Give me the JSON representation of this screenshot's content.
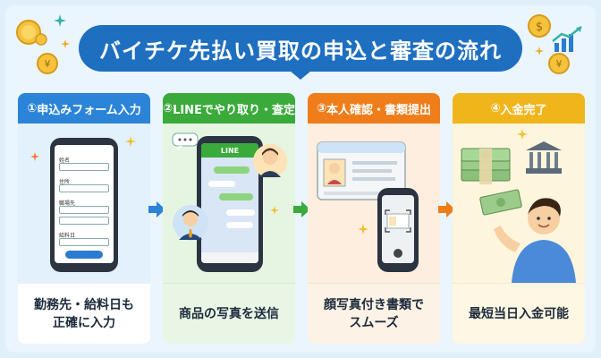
{
  "title": "バイチケ先払い買取の申込と審査の流れ",
  "steps": [
    {
      "number": "①",
      "heading": "申込みフォーム入力",
      "caption_lines": [
        "勤務先・給料日も",
        "正確に入力"
      ],
      "form_fields": [
        "姓名",
        "住所",
        "職場先",
        "給料日"
      ],
      "accent": "#2b84d8",
      "body_bg": "#e3f1fd",
      "foot_bg": "#ffffff"
    },
    {
      "number": "②",
      "heading": "LINEでやり取り・査定",
      "caption_lines": [
        "商品の写真を送信"
      ],
      "chat_app": "LINE",
      "accent": "#3aaa3a",
      "body_bg": "#e6f5e2",
      "foot_bg": "#e9f6e6"
    },
    {
      "number": "③",
      "heading": "本人確認・書類提出",
      "caption_lines": [
        "顔写真付き書類で",
        "スムーズ"
      ],
      "accent": "#ef7d1a",
      "body_bg": "#fdeee0",
      "foot_bg": "#fdf2e6"
    },
    {
      "number": "④",
      "heading": "入金完了",
      "caption_lines": [
        "最短当日入金可能"
      ],
      "accent": "#f1b51c",
      "body_bg": "#fdf5dc",
      "foot_bg": "#fdf7e3"
    }
  ],
  "colors": {
    "banner": "#1f6fc0",
    "page_bg": "#dff0fb"
  },
  "icons": [
    "coin-icon",
    "sparkle-icon",
    "growth-chart-icon",
    "yen-coin-icon",
    "bank-icon",
    "cash-stack-icon",
    "id-card-icon",
    "chat-bubble-icon"
  ]
}
